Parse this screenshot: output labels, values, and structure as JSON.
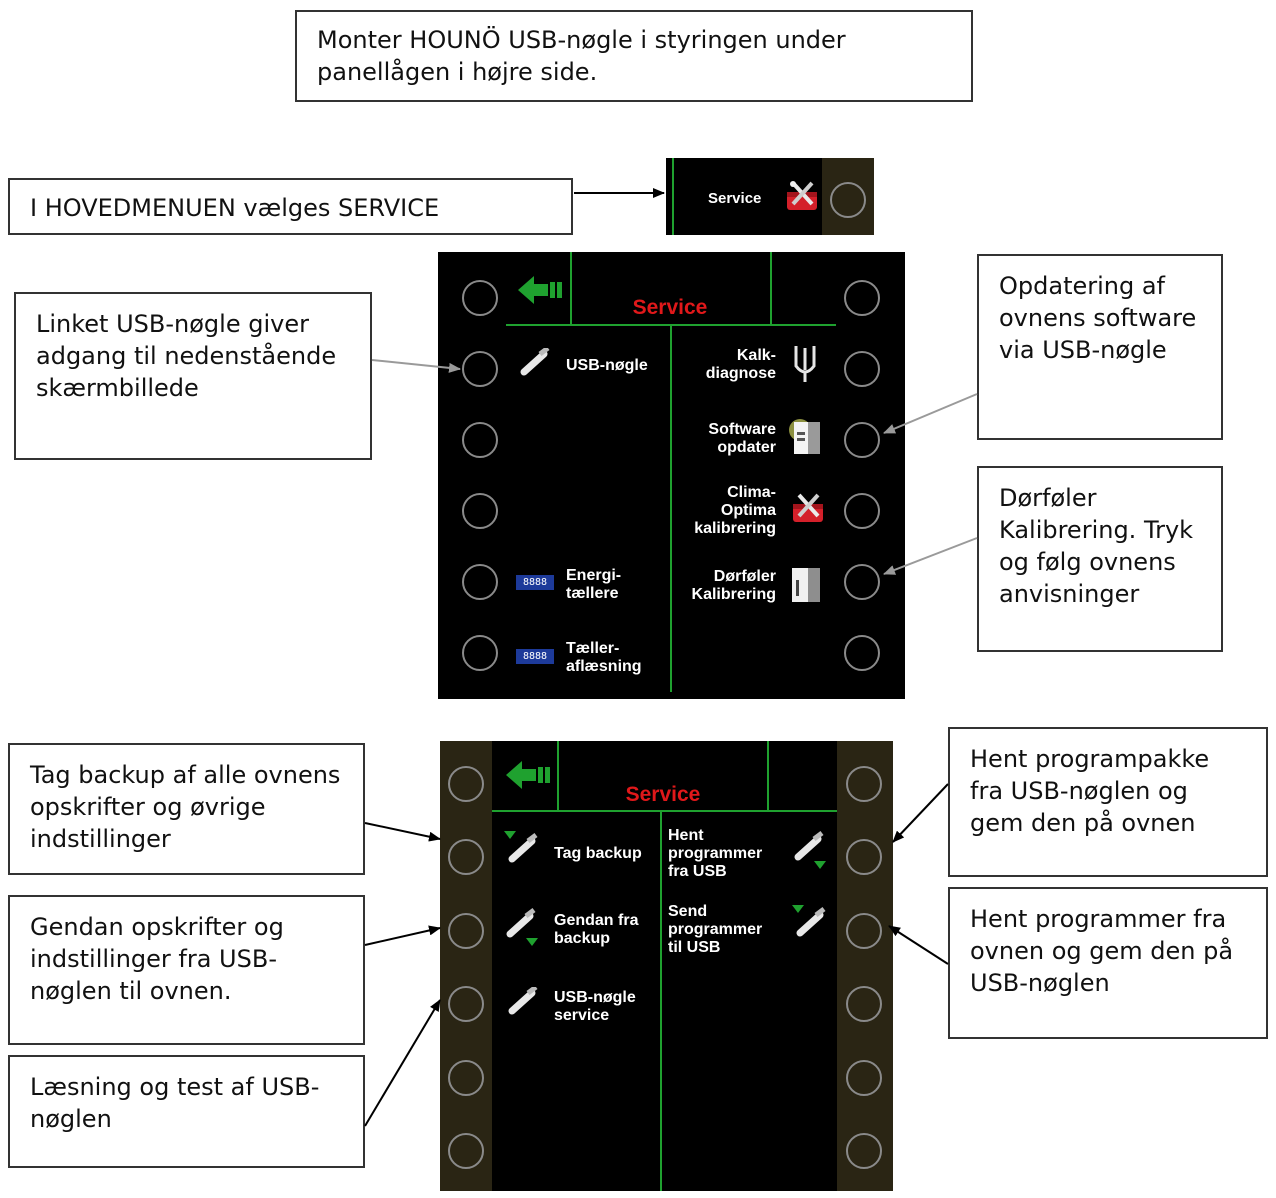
{
  "callouts": {
    "mount": "Monter HOUNÖ USB-nøgle i styringen under panellågen i højre side.",
    "main_menu": "I HOVEDMENUEN vælges SERVICE",
    "linked_usb": "Linket USB-nøgle giver adgang til nedenstående skærmbillede",
    "update": "Opdatering af ovnens software via USB-nøgle",
    "door_sensor": "Dørføler Kalibrering. Tryk og følg ovnens anvisninger",
    "backup": "Tag backup af alle ovnens opskrifter og øvrige indstillinger",
    "restore": "Gendan opskrifter og indstillinger fra USB-nøglen til ovnen.",
    "read_test": "Læsning og test af USB-nøglen",
    "fetch_package": "Hent programpakke fra USB-nøglen og gem den på ovnen",
    "fetch_programs": "Hent programmer fra ovnen og gem den på USB-nøglen"
  },
  "menu_button": {
    "label": "Service"
  },
  "screen1": {
    "title": "Service",
    "left": {
      "usb": "USB-nøgle",
      "energy": "Energi-\ntællere",
      "counter": "Tæller-\naflæsning"
    },
    "right": {
      "descale": "Kalk-\ndiagnose",
      "software": "Software\nopdater",
      "clima": "Clima-\nOptima\nkalibrering",
      "door": "Dørføler\nKalibrering"
    }
  },
  "screen2": {
    "title": "Service",
    "left": {
      "backup": "Tag backup",
      "restore": "Gendan fra\nbackup",
      "service": "USB-nøgle\nservice"
    },
    "right": {
      "fetch": "Hent\nprogrammer\nfra USB",
      "send": "Send\nprogrammer\ntil USB"
    }
  },
  "counter_digits": "8888",
  "colors": {
    "accent_green": "#1fa12f",
    "title_red": "#e0181a",
    "tool_red": "#d4202a"
  }
}
